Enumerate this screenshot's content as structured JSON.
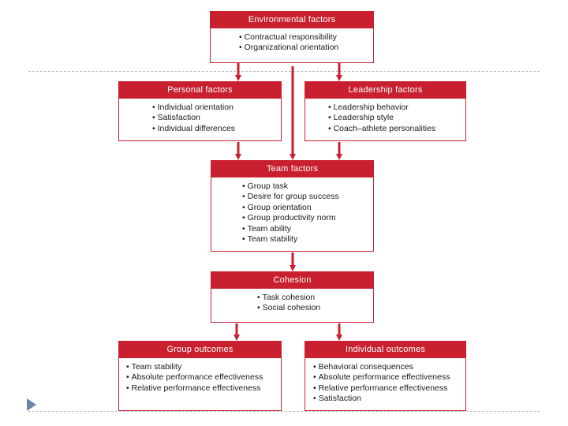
{
  "diagram": {
    "environmental": {
      "title": "Environmental factors",
      "items": [
        "Contractual responsibility",
        "Organizational orientation"
      ]
    },
    "personal": {
      "title": "Personal factors",
      "items": [
        "Individual orientation",
        "Satisfaction",
        "Individual differences"
      ]
    },
    "leadership": {
      "title": "Leadership factors",
      "items": [
        "Leadership behavior",
        "Leadership style",
        "Coach–athlete personalities"
      ]
    },
    "team": {
      "title": "Team factors",
      "items": [
        "Group task",
        "Desire for group success",
        "Group orientation",
        "Group productivity norm",
        "Team ability",
        "Team stability"
      ]
    },
    "cohesion": {
      "title": "Cohesion",
      "items": [
        "Task cohesion",
        "Social cohesion"
      ]
    },
    "group_outcomes": {
      "title": "Group outcomes",
      "items": [
        "Team stability",
        "Absolute performance effectiveness",
        "Relative performance effectiveness"
      ]
    },
    "individual_outcomes": {
      "title": "Individual outcomes",
      "items": [
        "Behavioral consequences",
        "Absolute performance effectiveness",
        "Relative performance effectiveness",
        "Satisfaction"
      ]
    }
  },
  "colors": {
    "box_accent": "#c9202f",
    "arrow": "#c9202f",
    "slide_marker": "#6d86a8"
  }
}
